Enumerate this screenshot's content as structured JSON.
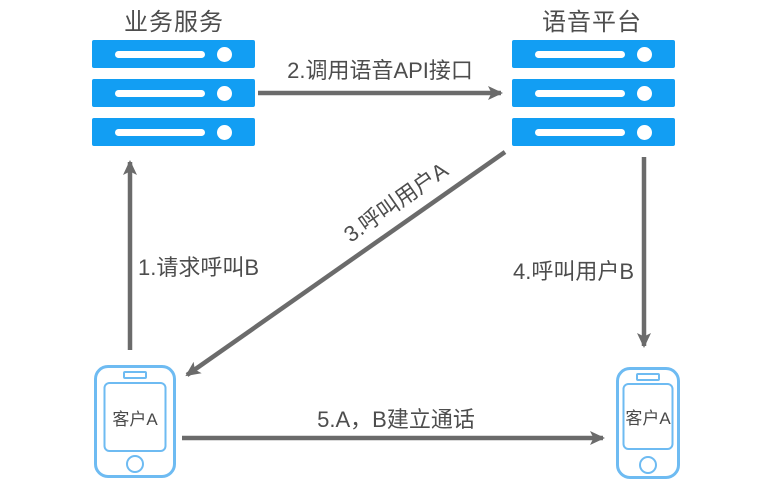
{
  "diagram": {
    "nodes": {
      "business_server": {
        "label": "业务服务",
        "type": "server-stack"
      },
      "voice_platform": {
        "label": "语音平台",
        "type": "server-stack"
      },
      "client_left": {
        "label": "客户A",
        "type": "phone"
      },
      "client_right": {
        "label": "客户A",
        "type": "phone"
      }
    },
    "arrows": [
      {
        "id": 1,
        "label": "1.请求呼叫B",
        "from": "client_left",
        "to": "business_server",
        "direction": "up"
      },
      {
        "id": 2,
        "label": "2.调用语音API接口",
        "from": "business_server",
        "to": "voice_platform",
        "direction": "right"
      },
      {
        "id": 3,
        "label": "3.呼叫用户A",
        "from": "voice_platform",
        "to": "client_left",
        "direction": "down-left-diagonal"
      },
      {
        "id": 4,
        "label": "4.呼叫用户B",
        "from": "voice_platform",
        "to": "client_right",
        "direction": "down"
      },
      {
        "id": 5,
        "label": "5.A，B建立通话",
        "from": "client_left",
        "to": "client_right",
        "direction": "right"
      }
    ],
    "colors": {
      "server_blue": "#129ef3",
      "phone_blue": "#6ebbf2",
      "arrow_gray": "#6b6b6b",
      "text_gray": "#4d4d4d",
      "background": "#ffffff"
    }
  }
}
